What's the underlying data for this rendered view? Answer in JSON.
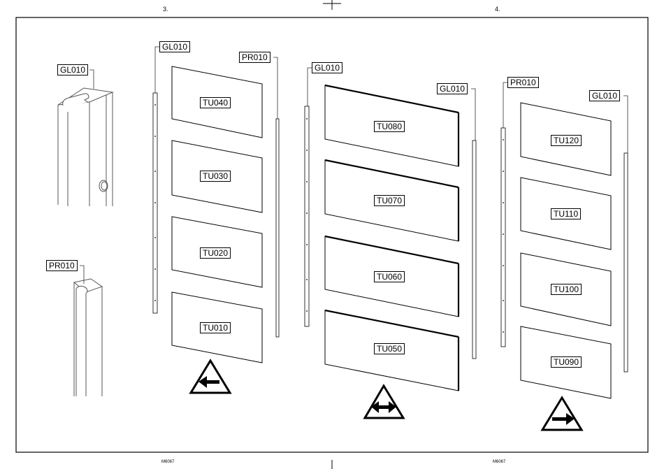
{
  "header": {
    "step_left": "3.",
    "step_right": "4."
  },
  "footer": {
    "code_left": "M6067",
    "code_right": "M6067"
  },
  "detail_labels": {
    "top": "GL010",
    "bottom": "PR010"
  },
  "step3": {
    "rail_left": "GL010",
    "rail_right": "PR010",
    "panels": [
      "TU040",
      "TU030",
      "TU020",
      "TU010"
    ],
    "direction": "left"
  },
  "step4a": {
    "rail_left": "GL010",
    "rail_right": "GL010",
    "panels": [
      "TU080",
      "TU070",
      "TU060",
      "TU050"
    ],
    "direction": "both"
  },
  "step4b": {
    "rail_left": "PR010",
    "rail_right": "GL010",
    "panels": [
      "TU120",
      "TU110",
      "TU100",
      "TU090"
    ],
    "direction": "right"
  },
  "colors": {
    "line": "#000000",
    "background": "#ffffff"
  }
}
